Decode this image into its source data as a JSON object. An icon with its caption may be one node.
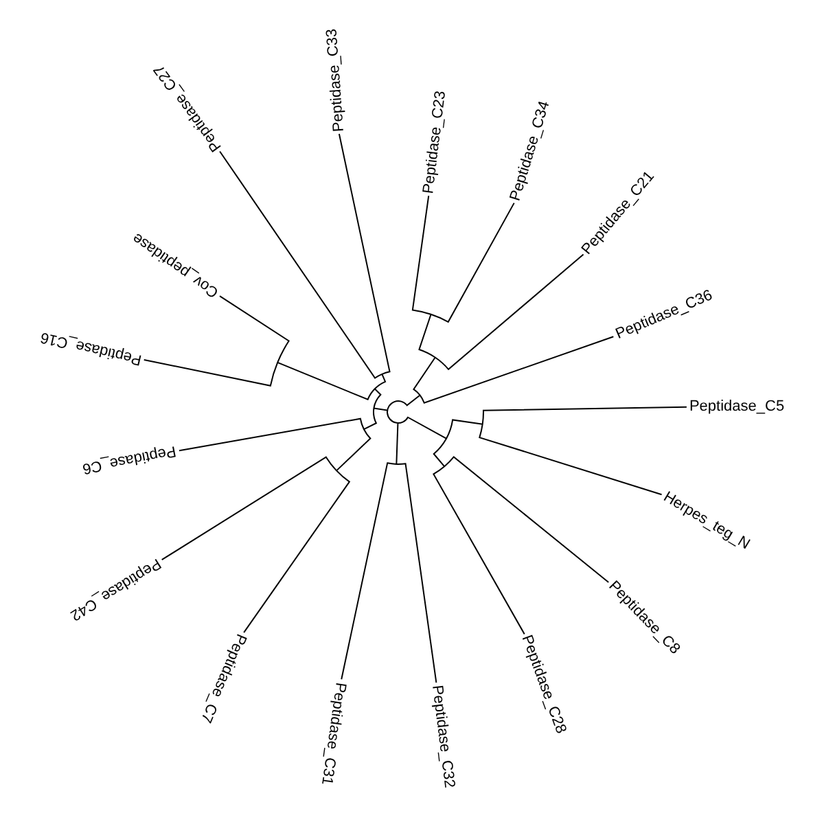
{
  "diagram": {
    "labels": [
      "Peptidase_C5",
      "Herpes_teg_N",
      "Peptidase_C8",
      "Peptidase_C28",
      "Peptidase_C32",
      "Peptidase_C31",
      "Peptidase_C7",
      "Peptidase_C42",
      "Peptidase_C6",
      "Peptidase_C16",
      "Cov_peptidase",
      "Peptidase_C27",
      "Peptidase_C33",
      "Peptidase_C23",
      "Peptidase_C34",
      "Peptidase_C21",
      "Peptidase_C36"
    ]
  }
}
